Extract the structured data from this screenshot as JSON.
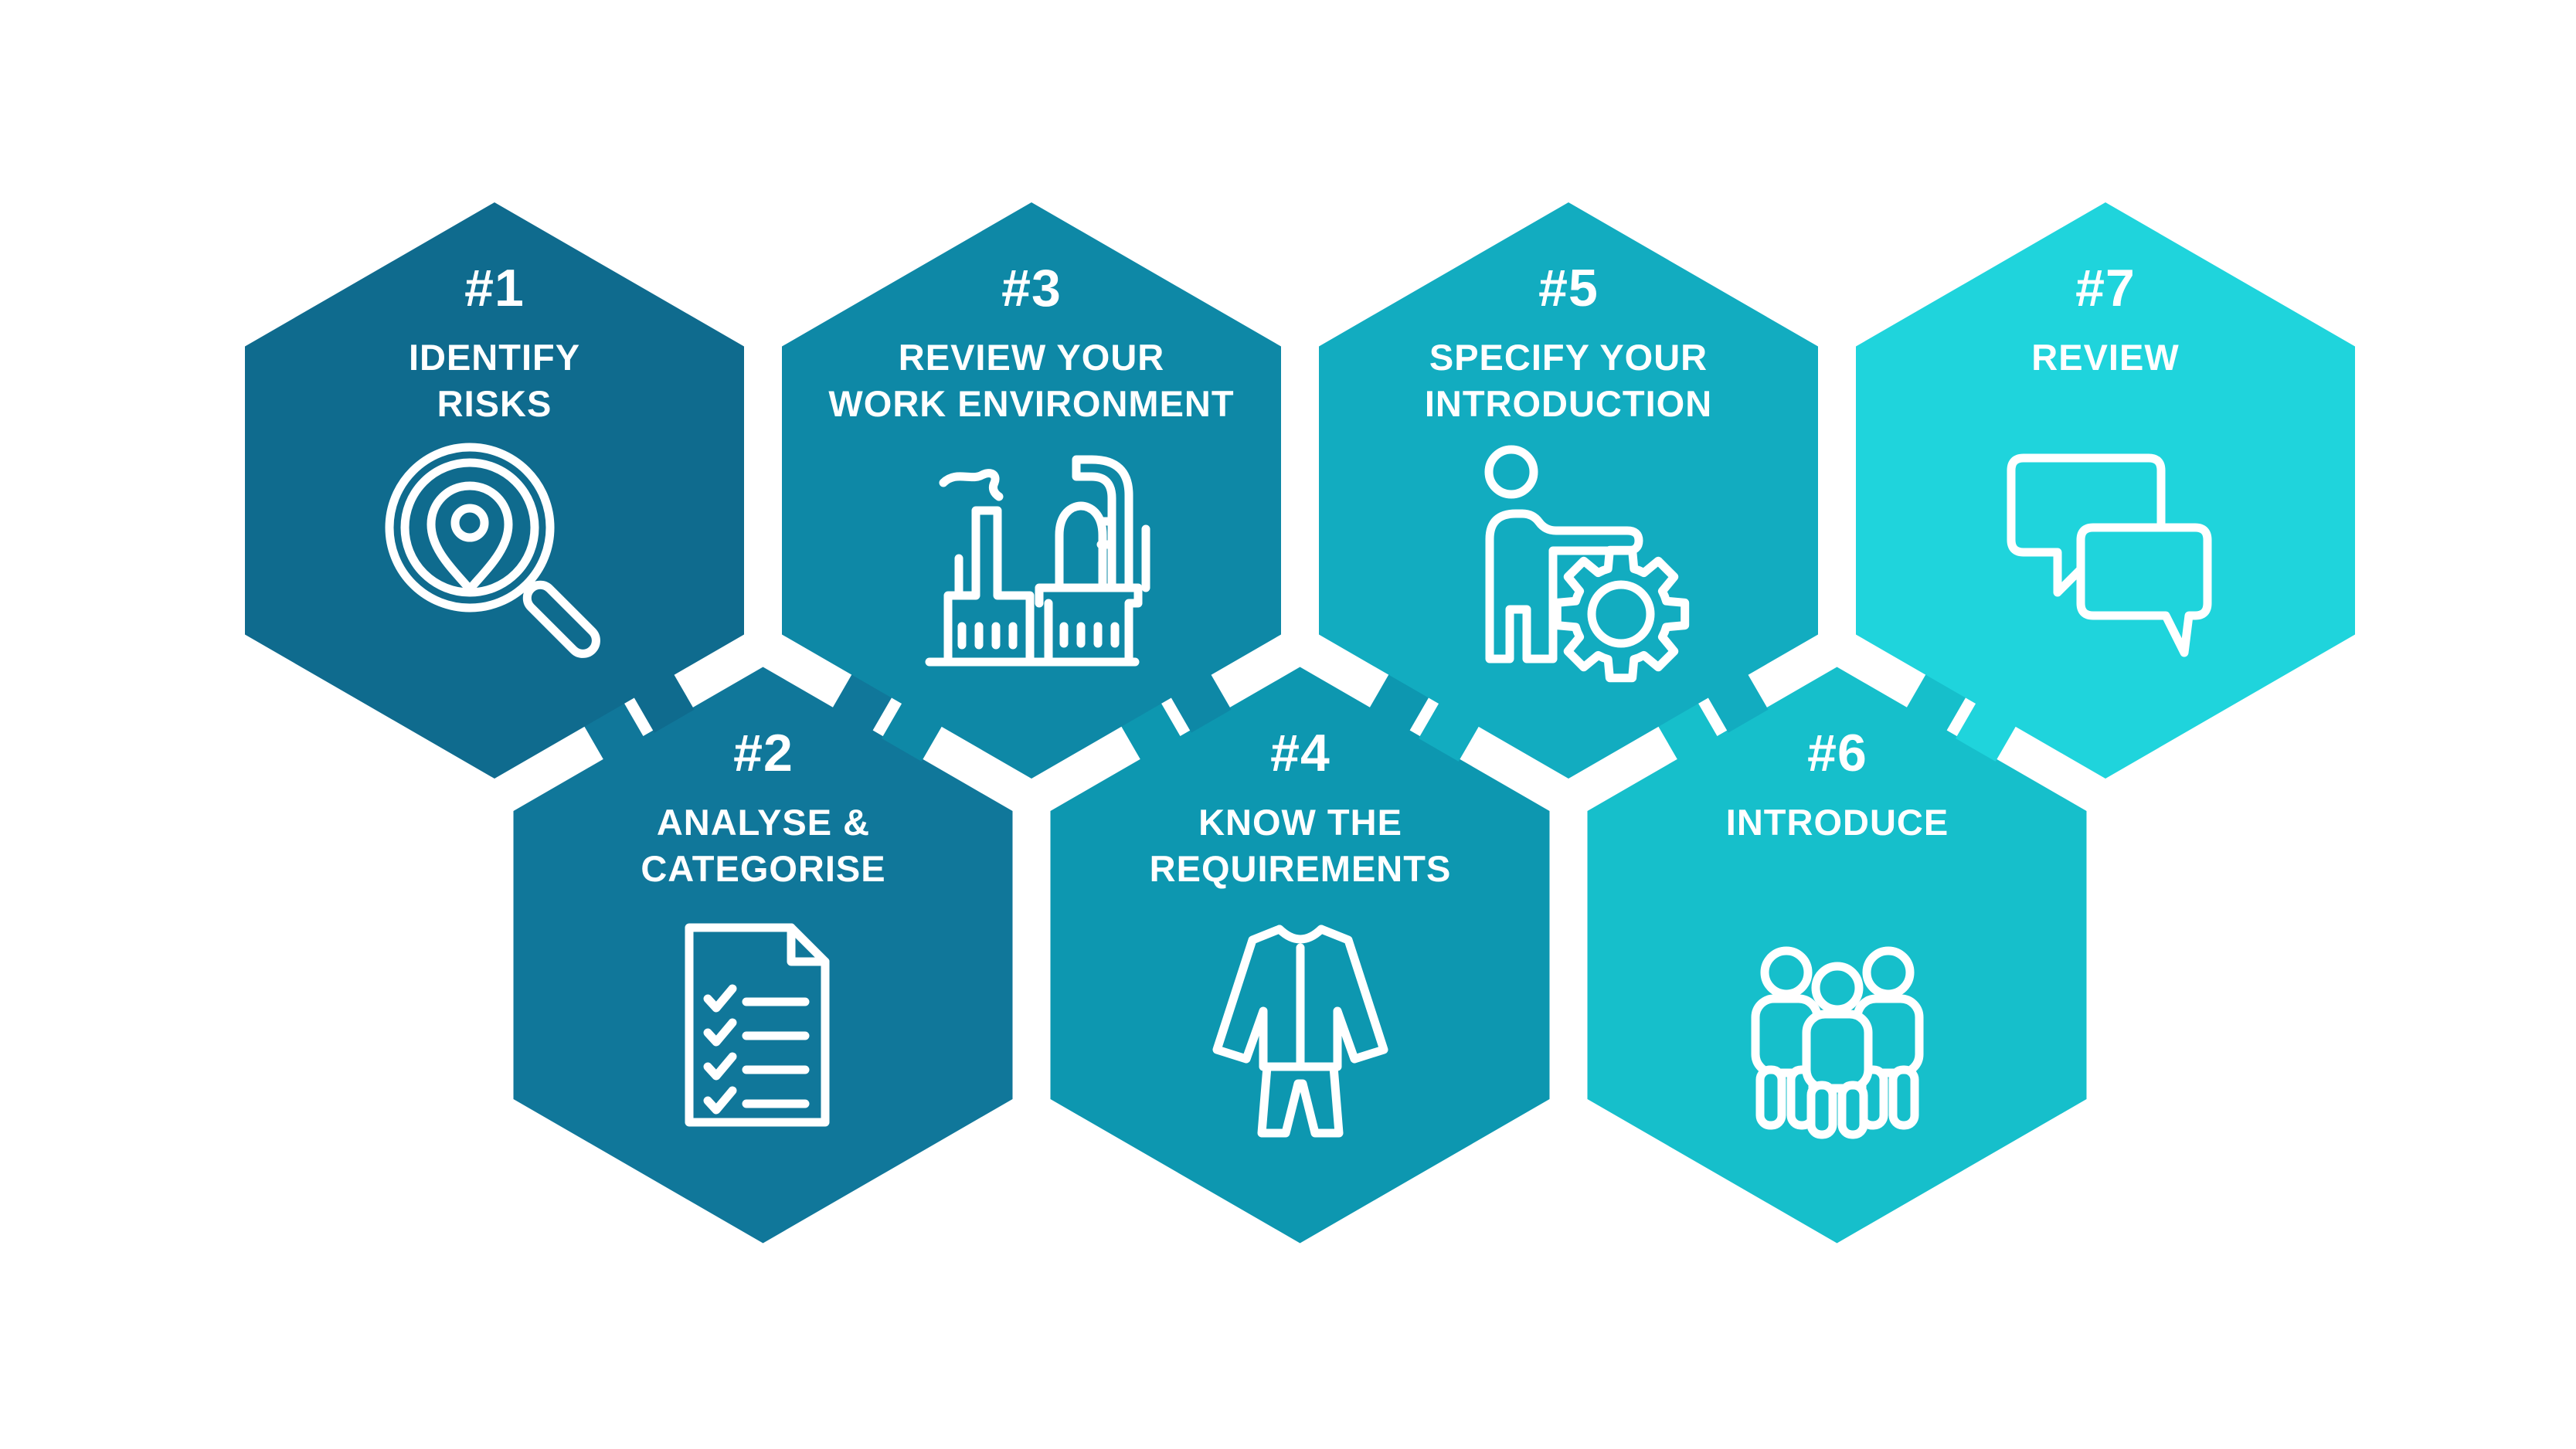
{
  "background_color": "#FFFFFF",
  "text_color": "#FFFFFF",
  "steps": [
    {
      "number": "#1",
      "title_lines": [
        "IDENTIFY",
        "RISKS"
      ],
      "icon": "magnifier-location-icon",
      "color": "#0F6B8E",
      "row": "top"
    },
    {
      "number": "#2",
      "title_lines": [
        "ANALYSE &",
        "CATEGORISE"
      ],
      "icon": "checklist-icon",
      "color": "#10779A",
      "row": "bottom"
    },
    {
      "number": "#3",
      "title_lines": [
        "REVIEW YOUR",
        "WORK ENVIRONMENT"
      ],
      "icon": "factory-icon",
      "color": "#0E88A6",
      "row": "top"
    },
    {
      "number": "#4",
      "title_lines": [
        "KNOW THE",
        "REQUIREMENTS"
      ],
      "icon": "coverall-icon",
      "color": "#0D97B0",
      "row": "bottom"
    },
    {
      "number": "#5",
      "title_lines": [
        "SPECIFY YOUR",
        "INTRODUCTION"
      ],
      "icon": "person-gear-icon",
      "color": "#12ACC0",
      "row": "top"
    },
    {
      "number": "#6",
      "title_lines": [
        "INTRODUCE"
      ],
      "icon": "people-icon",
      "color": "#16BFCB",
      "row": "bottom"
    },
    {
      "number": "#7",
      "title_lines": [
        "REVIEW"
      ],
      "icon": "speech-bubbles-icon",
      "color": "#1FD4DC",
      "row": "top"
    }
  ]
}
